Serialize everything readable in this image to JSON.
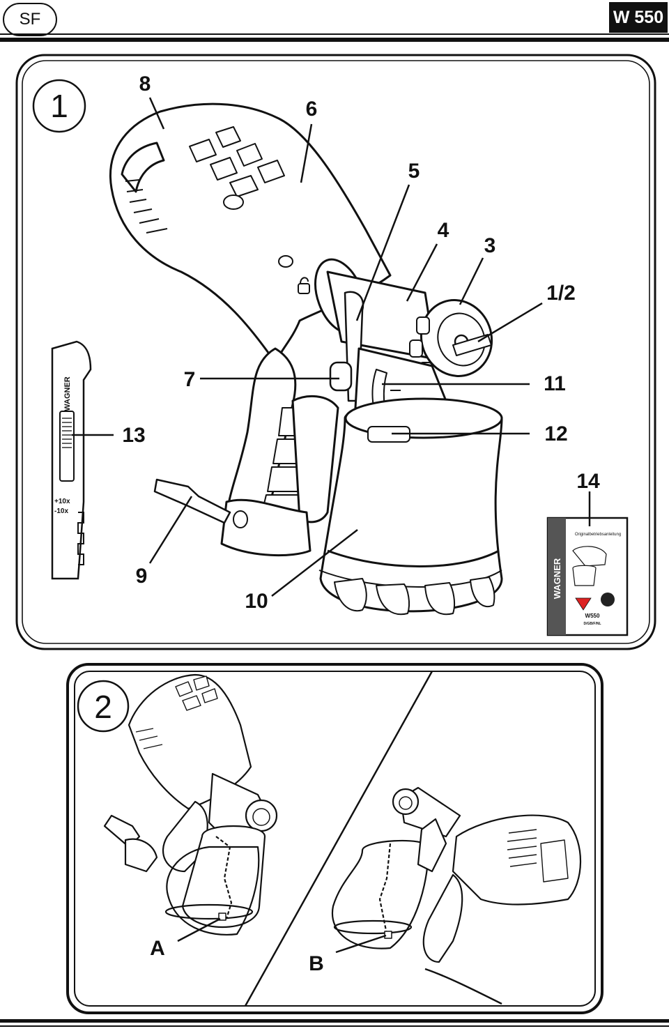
{
  "header": {
    "language_code": "SF",
    "model": "W 550"
  },
  "figure1": {
    "step_number": "1",
    "labels": {
      "l1_2": "1/2",
      "l3": "3",
      "l4": "4",
      "l5": "5",
      "l6": "6",
      "l7": "7",
      "l8": "8",
      "l9": "9",
      "l10": "10",
      "l11": "11",
      "l12": "12",
      "l13": "13",
      "l14": "14"
    },
    "manual_cover": {
      "brand": "WAGNER",
      "title": "Originalbetriebsanleitung",
      "model": "W550",
      "languages": "D/GB/F/NL"
    },
    "nozzle_brand": "WAGNER",
    "dial_marks": [
      "+10x",
      "-10x"
    ]
  },
  "figure2": {
    "step_number": "2",
    "label_a": "A",
    "label_b": "B"
  }
}
